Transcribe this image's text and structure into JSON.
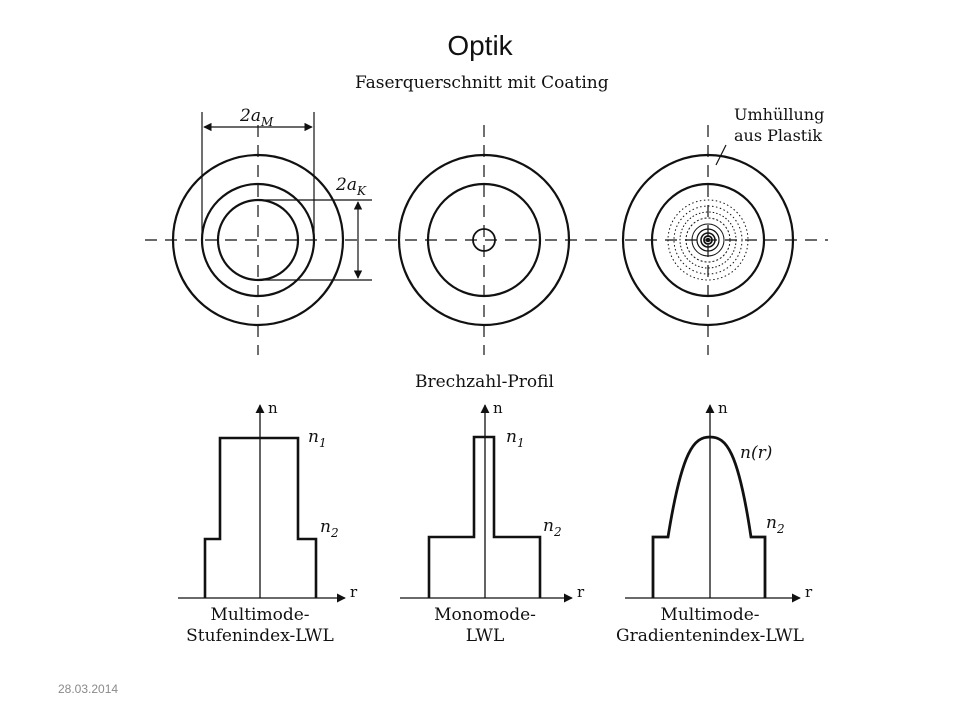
{
  "slide": {
    "title": "Optik",
    "date": "28.03.2014"
  },
  "figure": {
    "top_heading": "Faserquerschnitt mit Coating",
    "bottom_heading": "Brechzahl-Profil",
    "dim_mantel_label": "2a",
    "dim_mantel_sub": "M",
    "dim_kern_label": "2a",
    "dim_kern_sub": "K",
    "coating_label_line1": "Umhüllung",
    "coating_label_line2": "aus Plastik",
    "axis_n": "n",
    "axis_r": "r",
    "n1": "n",
    "n1_sub": "1",
    "n2": "n",
    "n2_sub": "2",
    "nr": "n(r)",
    "profiles": [
      {
        "caption_line1": "Multimode-",
        "caption_line2": "Stufenindex-LWL"
      },
      {
        "caption_line1": "Monomode-",
        "caption_line2": "LWL"
      },
      {
        "caption_line1": "Multimode-",
        "caption_line2": "Gradientenindex-LWL"
      }
    ]
  }
}
